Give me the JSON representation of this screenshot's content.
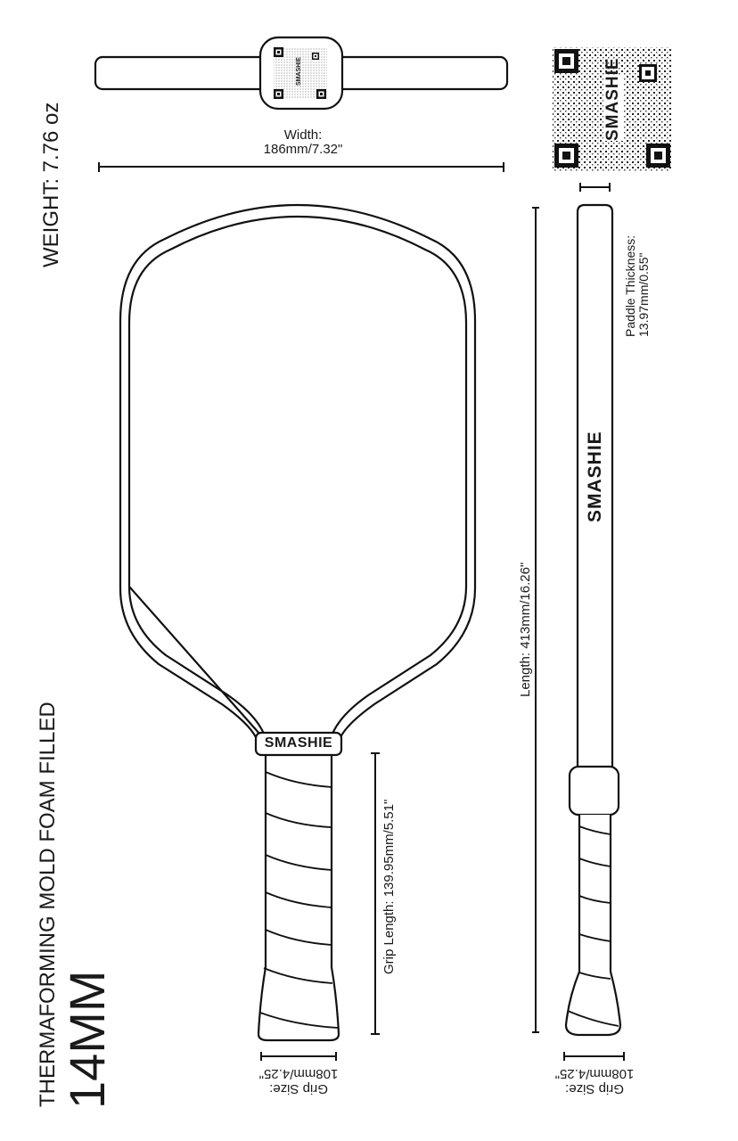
{
  "spec": {
    "weight": "WEIGHT:  7.76 oz",
    "construction": "THERMAFORMING MOLD FOAM FILLED",
    "thickness_class": "14MM"
  },
  "brand": {
    "logo_text": "SMASHIE",
    "colors": {
      "line": "#111111",
      "background": "#ffffff"
    }
  },
  "dimensions": {
    "width_label": "Width:",
    "width_value": "186mm/7.32\"",
    "length": "Length: 413mm/16.26\"",
    "grip_length": "Grip Length: 139.95mm/5.51\"",
    "thickness_label": "Paddle Thickness:",
    "thickness_value": "13.97mm/0.55\"",
    "grip_size_front_label": "Grip Size:",
    "grip_size_front_value": "108mm/4.25\"",
    "grip_size_side_label": "Grip Size:",
    "grip_size_side_value": "108mm/4.25\""
  },
  "views": [
    "top-view",
    "front-view",
    "side-view",
    "qr-code"
  ]
}
